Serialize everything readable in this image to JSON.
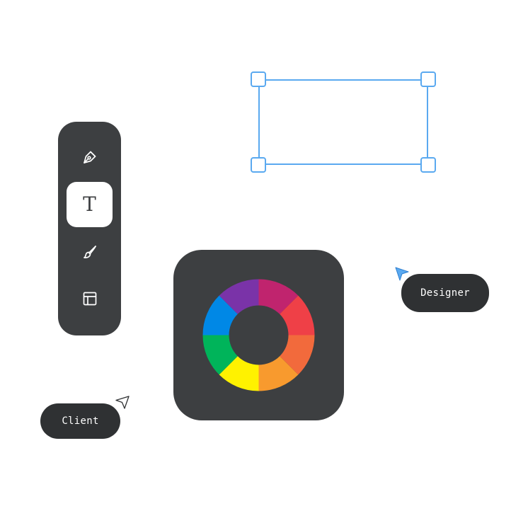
{
  "toolbar": {
    "tools": [
      {
        "icon": "pen-tool-icon"
      },
      {
        "icon": "text-tool-icon",
        "glyph": "T",
        "active": true
      },
      {
        "icon": "brush-tool-icon"
      },
      {
        "icon": "layout-tool-icon"
      }
    ]
  },
  "cursors": {
    "designer": {
      "label": "Designer",
      "color": "#5aa9f0"
    },
    "client": {
      "label": "Client",
      "color": "#ffffff"
    }
  },
  "colors": {
    "panel": "#3d3f41",
    "pill": "#2f3133",
    "selection": "#5aa9f0",
    "wheel": [
      "#c0246e",
      "#ef4047",
      "#f26a3c",
      "#f89a2e",
      "#fbb526",
      "#fff200",
      "#00b45a",
      "#0088e6",
      "#7a33a8"
    ]
  }
}
